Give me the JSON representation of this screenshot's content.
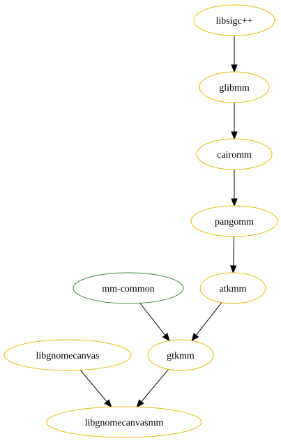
{
  "graph": {
    "nodes": [
      {
        "id": "libsigcpp",
        "label": "libsigc++",
        "color": "#e6b800"
      },
      {
        "id": "glibmm",
        "label": "glibmm",
        "color": "#e6b800"
      },
      {
        "id": "cairomm",
        "label": "cairomm",
        "color": "#e6b800"
      },
      {
        "id": "pangomm",
        "label": "pangomm",
        "color": "#e6b800"
      },
      {
        "id": "atkmm",
        "label": "atkmm",
        "color": "#e6b800"
      },
      {
        "id": "mm_common",
        "label": "mm-common",
        "color": "#2e8b2e"
      },
      {
        "id": "gtkmm",
        "label": "gtkmm",
        "color": "#e6b800"
      },
      {
        "id": "libgnomecanvas",
        "label": "libgnomecanvas",
        "color": "#e6b800"
      },
      {
        "id": "libgnomecanvasmm",
        "label": "libgnomecanvasmm",
        "color": "#e6b800"
      }
    ],
    "edges": [
      {
        "from": "libsigcpp",
        "to": "glibmm"
      },
      {
        "from": "glibmm",
        "to": "cairomm"
      },
      {
        "from": "cairomm",
        "to": "pangomm"
      },
      {
        "from": "pangomm",
        "to": "atkmm"
      },
      {
        "from": "mm_common",
        "to": "gtkmm"
      },
      {
        "from": "atkmm",
        "to": "gtkmm"
      },
      {
        "from": "libgnomecanvas",
        "to": "libgnomecanvasmm"
      },
      {
        "from": "gtkmm",
        "to": "libgnomecanvasmm"
      }
    ]
  }
}
